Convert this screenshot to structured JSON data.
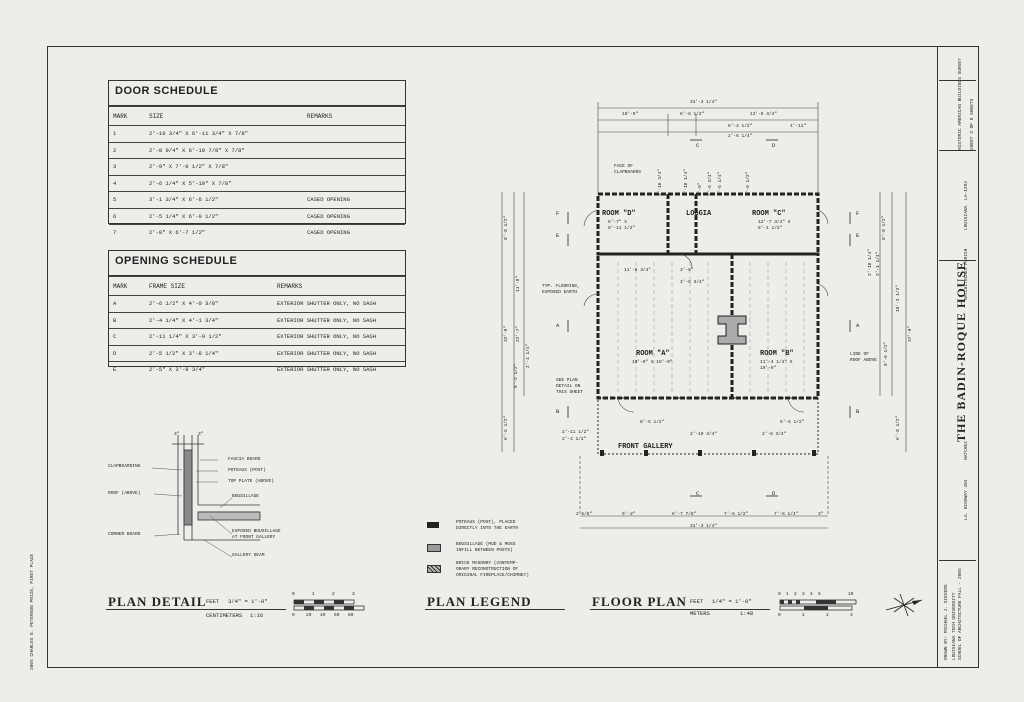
{
  "door_schedule": {
    "title": "DOOR SCHEDULE",
    "headers": [
      "MARK",
      "SIZE",
      "REMARKS"
    ],
    "rows": [
      [
        "1",
        "2'-10 3/4\" X 6'-11 3/4\" X 7/8\"",
        ""
      ],
      [
        "2",
        "2'-8 9/4\" X 6'-10 7/8\" X 7/8\"",
        ""
      ],
      [
        "3",
        "2'-9\" X 7'-0 1/2\" X 7/8\"",
        ""
      ],
      [
        "4",
        "2'-6 1/4\" X 5'-10\" X 7/8\"",
        ""
      ],
      [
        "5",
        "3'-1 3/4\" X 6'-6 1/2\"",
        "CASED OPENING"
      ],
      [
        "6",
        "2'-5 1/4\" X 6'-0 1/2\"",
        "CASED OPENING"
      ],
      [
        "7",
        "2'-8\" X 6'-7 1/2\"",
        "CASED OPENING"
      ]
    ]
  },
  "opening_schedule": {
    "title": "OPENING SCHEDULE",
    "headers": [
      "MARK",
      "FRAME SIZE",
      "REMARKS"
    ],
    "rows": [
      [
        "A",
        "2'-6 1/2\" X 4'-0 3/8\"",
        "EXTERIOR SHUTTER ONLY, NO SASH"
      ],
      [
        "B",
        "2'-4 1/4\" X 4'-1 3/4\"",
        "EXTERIOR SHUTTER ONLY, NO SASH"
      ],
      [
        "C",
        "2'-11 1/4\" X 3'-9 1/2\"",
        "EXTERIOR SHUTTER ONLY, NO SASH"
      ],
      [
        "D",
        "2'-5 1/2\" X 3'-8 1/4\"",
        "EXTERIOR SHUTTER ONLY, NO SASH"
      ],
      [
        "E",
        "2'-5\" X 3'-9 3/4\"",
        "EXTERIOR SHUTTER ONLY, NO SASH"
      ]
    ]
  },
  "plan_detail": {
    "title": "PLAN DETAIL",
    "scale_label": "3/4\" = 1'-0\"",
    "feet_label": "FEET",
    "cm_label": "CENTIMETERS",
    "ratio": "1:16",
    "feet_ticks": [
      "0",
      "1",
      "2",
      "3"
    ],
    "cm_ticks": [
      "0",
      "20",
      "40",
      "60",
      "80"
    ],
    "dim_left": "3\"",
    "dim_right": "3\"",
    "left_labels": [
      "CLAPBOARDING",
      "ROOF (ABOVE)",
      "CORNER BOARD"
    ],
    "right_labels": [
      "FASCIA BOARD",
      "POTEAUX (POST)",
      "TOP PLATE (ABOVE)",
      "BOUSILLAGE",
      "EXPOSED BOUSILLAGE",
      "AT FRONT GALLERY",
      "GALLERY SEAM"
    ]
  },
  "plan_legend": {
    "title": "PLAN LEGEND",
    "items": [
      {
        "lines": [
          "POTEAUX (POST), PLACED",
          "DIRECTLY INTO THE EARTH"
        ]
      },
      {
        "lines": [
          "BOUSILLAGE (MUD & MOSS",
          "INFILL BETWEEN POSTS)"
        ]
      },
      {
        "lines": [
          "BRICK MASONRY (CONTEMP-",
          "ORARY RECONSTRUCTION OF",
          "ORIGINAL FIREPLACE/CHIMNEY)"
        ]
      }
    ]
  },
  "floor_plan": {
    "title": "FLOOR PLAN",
    "scale_label": "1/4\" = 1'-0\"",
    "feet_label": "FEET",
    "meters_label": "METERS",
    "ratio": "1:48",
    "feet_ticks": [
      "0",
      "1",
      "2",
      "3",
      "4",
      "5",
      "10"
    ],
    "meter_ticks": [
      "0",
      "1",
      "2",
      "3"
    ],
    "rooms": {
      "d": "ROOM \"D\"",
      "d_size": [
        "6'-7\" X",
        "8'-11 1/2\""
      ],
      "loggia": "LOGGIA",
      "c": "ROOM \"C\"",
      "c_size": [
        "12'-7 3/4\" X",
        "8'-1 1/2\""
      ],
      "a": "ROOM \"A\"",
      "a_size": "10'-0\" X 19'-9\"",
      "b": "ROOM \"B\"",
      "b_size": [
        "11'-4 1/4\" X",
        "19'-9\""
      ],
      "gallery": "FRONT GALLERY"
    },
    "notes": {
      "face": [
        "FACE OF",
        "CLAPBOARDS"
      ],
      "flooring": [
        "TYP. FLOORING,",
        "EXPOSED EARTH"
      ],
      "detail": [
        "SEE PLAN",
        "DETAIL ON",
        "THIS SHEET"
      ],
      "roof": [
        "LINE OF",
        "ROOF ABOVE"
      ]
    },
    "top_dims": [
      "31'-3 1/4\"",
      "10'-9\"",
      "6'-8 1/2\"",
      "13'-9 3/4\"",
      "6'-4 1/2\"",
      "4'-11\"",
      "2'-6 1/4\""
    ],
    "bottom_dims": [
      "2 5/8\"",
      "9'-2\"",
      "6'-7 7/8\"",
      "7'-5 1/2\"",
      "7'-6 1/4\"",
      "3\"",
      "31'-3 1/4\""
    ],
    "left_dims": [
      "8'-8 1/2\"",
      "11'-8\"",
      "32'-9\"",
      "22'-7\"",
      "9'-2 1/2\"",
      "2'-4 1/4\"",
      "6'-5 1/2\""
    ],
    "right_dims": [
      "8'-8 1/2\"",
      "10'-3 1/2\"",
      "37'-9\"",
      "6'-8 1/2\"",
      "9'-0 1/2\""
    ],
    "interior_dims": [
      "11'-5 3/4\"",
      "3'-8\"",
      "3'-0 3/4\"",
      "5'-10 1/4\"",
      "6'-9\"",
      "2'-10 3/4\"",
      "2'-8 3/4\"",
      "2'-11 1/2\"",
      "2'-4 1/2\"",
      "8'-5 1/2\"",
      "5'-5 1/2\"",
      "2'-10 1/4\"",
      "2'-1 1/4\"",
      "2'-10 3/4\"",
      "2'-6 3/4\"",
      "2'-5 1/4\"",
      "2'-9 1/2\""
    ],
    "section_marks": [
      "F",
      "E",
      "A",
      "B",
      "C",
      "D"
    ]
  },
  "title_block": {
    "title": "THE BADIN-ROQUE HOUSE",
    "location1": "NATCHITOCHES PARISH",
    "location2": "LOUISIANA",
    "county": "NATCHEZ",
    "address": "LA. HIGHWAY 494",
    "habs_label": "HISTORIC AMERICAN BUILDINGS SURVEY",
    "survey_no": "LA-1284",
    "sheet": "SHEET 3 OF 8 SHEETS",
    "delineator": "DRAWN BY: MICHAEL J. SIEVERS",
    "school": "LOUISIANA TECH UNIVERSITY",
    "school2": "SCHOOL OF ARCHITECTURE FALL - 2005"
  },
  "side_label": "2005 CHARLES E. PETERSON PRIZE, FIRST PLACE"
}
